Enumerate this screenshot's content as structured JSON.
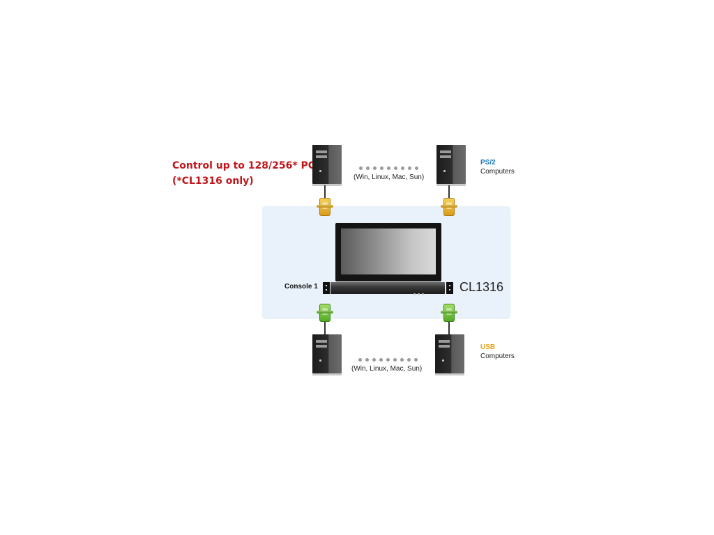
{
  "headline": {
    "line1": "Control up to 128/256* PCs.",
    "line2": "(*CL1316 only)"
  },
  "top_group": {
    "os_note": "(Win, Linux, Mac, Sun)",
    "type_label": "PS/2",
    "type_color": "#1a78b8",
    "computers_label": "Computers"
  },
  "bottom_group": {
    "os_note": "(Win, Linux, Mac, Sun)",
    "type_label": "USB",
    "type_color": "#e8a21a",
    "computers_label": "Computers"
  },
  "console": {
    "port_label": "Console 1",
    "model": "CL1316"
  },
  "colors": {
    "headline": "#c0161b",
    "panel": "#e9f2fa",
    "ps2_connector": "#e8b43a",
    "usb_connector": "#6cc03a"
  },
  "icons": {
    "computer": "tower-pc-icon",
    "ps2_connector": "ps2-connector-icon",
    "usb_connector": "usb-connector-icon",
    "monitor": "lcd-monitor-icon",
    "kvm": "kvm-switch-icon"
  }
}
